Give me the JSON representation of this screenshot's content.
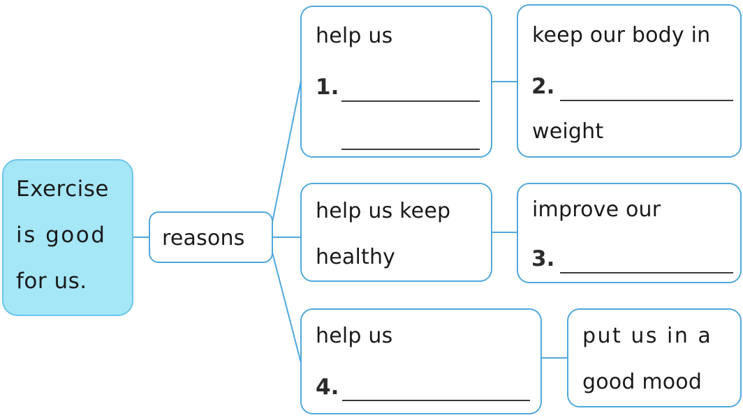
{
  "diagram": {
    "type": "mind-map",
    "title_node": {
      "id": "root",
      "lines": [
        "Exercise",
        "is good",
        "for us."
      ],
      "fill": "#a5e6f7",
      "border": "#6cc5e8"
    },
    "hub_node": {
      "id": "reasons",
      "label": "reasons",
      "fill": "#ffffff",
      "border": "#4fa8dc"
    },
    "branches": [
      {
        "id": "branch-1",
        "left": {
          "lines": [
            "help us"
          ],
          "number": "1.",
          "blanks": 2
        },
        "right": {
          "lead": "keep our body in",
          "number": "2.",
          "trail": "weight",
          "blanks": 1
        }
      },
      {
        "id": "branch-2",
        "left": {
          "lines": [
            "help us keep",
            "healthy"
          ],
          "number": null,
          "blanks": 0
        },
        "right": {
          "lead": "improve our",
          "number": "3.",
          "trail": null,
          "blanks": 1
        }
      },
      {
        "id": "branch-3",
        "left": {
          "lines": [
            "help us"
          ],
          "number": "4.",
          "blanks": 1
        },
        "right": {
          "lead": "put us in a",
          "number": null,
          "trail": "good mood",
          "blanks": 0
        }
      }
    ],
    "connector_color": "#4fa8dc"
  },
  "root": {
    "line1": "Exercise",
    "line2": "is good",
    "line3": "for us."
  },
  "hub": {
    "label": "reasons"
  },
  "box_a1": {
    "line1": "help us",
    "number": "1."
  },
  "box_a2": {
    "line1": "keep our body in",
    "number": "2.",
    "line3": "weight"
  },
  "box_b1": {
    "line1": "help us keep",
    "line2": "healthy"
  },
  "box_b2": {
    "line1": "improve our",
    "number": "3."
  },
  "box_c1": {
    "line1": "help us",
    "number": "4."
  },
  "box_c2": {
    "line1": "put us in a",
    "line2": "good mood"
  }
}
